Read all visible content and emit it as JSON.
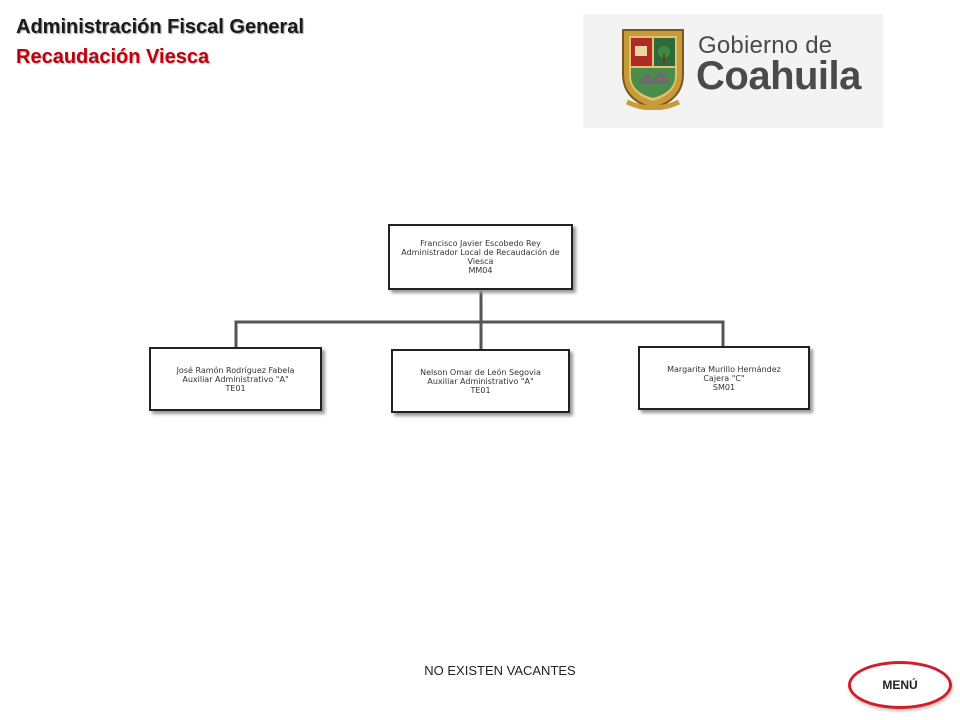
{
  "header": {
    "title": "Administración Fiscal General",
    "subtitle": "Recaudación Viesca"
  },
  "logo": {
    "line1": "Gobierno de",
    "line2": "Coahuila",
    "seal_icon": "coat-of-arms-icon"
  },
  "org_chart": {
    "root": {
      "name": "Francisco Javier Escobedo Rey",
      "position": "Administrador Local de Recaudación de Viesca",
      "code": "MM04"
    },
    "children": [
      {
        "name": "José Ramón Rodríguez Fabela",
        "position": "Auxiliar Administrativo \"A\"",
        "code": "TE01"
      },
      {
        "name": "Nelson Omar de León Segovia",
        "position": "Auxiliar Administrativo \"A\"",
        "code": "TE01"
      },
      {
        "name": "Margarita Murillo Hernández",
        "position": "Cajera \"C\"",
        "code": "SM01"
      }
    ]
  },
  "footer": {
    "note": "NO EXISTEN VACANTES",
    "menu_label": "MENÚ"
  },
  "colors": {
    "title": "#1a1a1a",
    "subtitle": "#c0000c",
    "menu_border": "#d11f2a"
  }
}
